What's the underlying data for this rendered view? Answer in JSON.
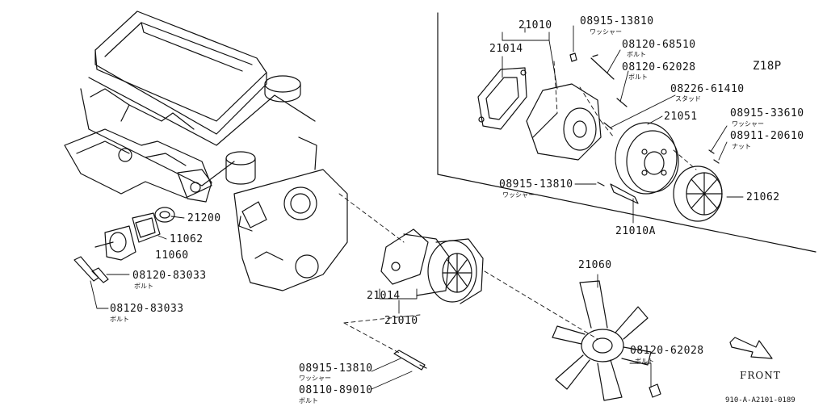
{
  "variant": "Z18P",
  "front_label": "FRONT",
  "figure_code": "910-A-A2101-0189",
  "labels": {
    "p21010_top": "21010",
    "p21014_top": "21014",
    "p08915_13810_top": "08915-13810",
    "p08915_13810_top_sub": "ワッシャー",
    "p08120_68510": "08120-68510",
    "p08120_68510_sub": "ボルト",
    "p08120_62028_top": "08120-62028",
    "p08120_62028_top_sub": "ボルト",
    "p08226_61410": "08226-61410",
    "p08226_61410_sub": "スタッド",
    "p21051": "21051",
    "p08915_33610": "08915-33610",
    "p08915_33610_sub": "ワッシャー",
    "p08911_20610": "08911-20610",
    "p08911_20610_sub": "ナット",
    "p08915_13810_mid": "08915-13810",
    "p08915_13810_mid_sub": "ワッシャー",
    "p21062": "21062",
    "p21010A": "21010A",
    "p21200": "21200",
    "p11062": "11062",
    "p11060": "11060",
    "p08120_83033_a": "08120-83033",
    "p08120_83033_a_sub": "ボルト",
    "p08120_83033_b": "08120-83033",
    "p08120_83033_b_sub": "ボルト",
    "p21014_bot": "21014",
    "p21010_bot": "21010",
    "p21060": "21060",
    "p08120_62028_bot": "08120-62028",
    "p08120_62028_bot_sub": "ボルト",
    "p08915_13810_bot": "08915-13810",
    "p08915_13810_bot_sub": "ワッシャー",
    "p08110_89010": "08110-89010",
    "p08110_89010_sub": "ボルト"
  }
}
